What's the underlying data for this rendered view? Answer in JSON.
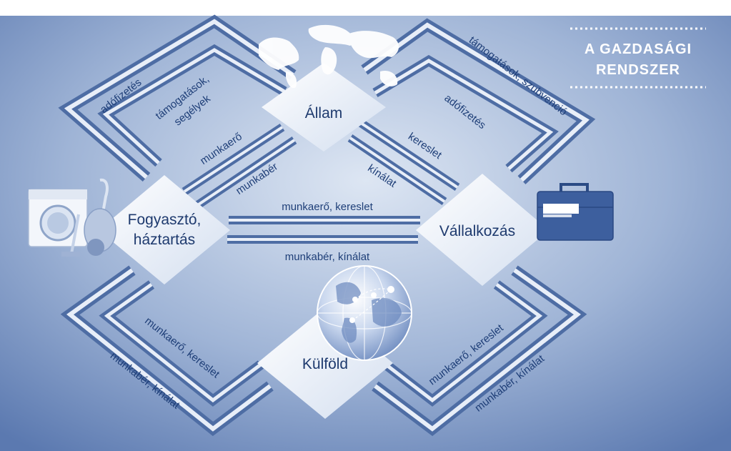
{
  "title": {
    "line1": "A GAZDASÁGI",
    "line2": "RENDSZER"
  },
  "nodes": {
    "allam": "Állam",
    "fogyaszto_1": "Fogyasztó,",
    "fogyaszto_2": "háztartás",
    "vallalkozas": "Vállalkozás",
    "kulfold": "Külföld"
  },
  "edges": {
    "top_left_outer": "adófizetés",
    "top_left_inner_1": "támogatások,",
    "top_left_inner_2": "segélyek",
    "top_left_mid_1": "munkaerő",
    "top_left_mid_2": "munkabér",
    "top_right_outer": "támogatások, szubvenció",
    "top_right_inner": "adófizetés",
    "top_right_mid_1": "kereslet",
    "top_right_mid_2": "kínálat",
    "middle_top": "munkaerő, kereslet",
    "middle_bottom": "munkabér, kínálat",
    "bottom_left_inner": "munkaerő, kereslet",
    "bottom_left_outer": "munkabér, kínálat",
    "bottom_right_inner": "munkaerő, kereslet",
    "bottom_right_outer": "munkabér, kínálat"
  },
  "colors": {
    "bg_light": "#c2d1e8",
    "bg_dark": "#5d7cb3",
    "arrow": "#4e6da4",
    "text": "#1f3f78",
    "diamond": "#eef3fb"
  },
  "icons": [
    "world-map-icon",
    "washing-machine-icon",
    "vacuum-cleaner-icon",
    "briefcase-icon",
    "globe-icon"
  ]
}
